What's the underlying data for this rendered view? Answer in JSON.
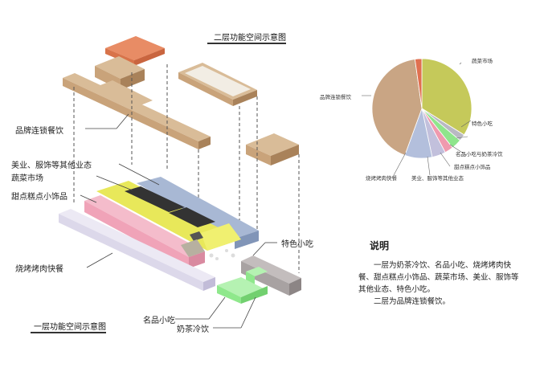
{
  "titles": {
    "floor2": "二层功能空间示意图",
    "floor1": "一层功能空间示意图"
  },
  "labels": {
    "chain": "品牌连锁餐饮",
    "beauty": "美业、服饰等其他业态",
    "veg": "蔬菜市场",
    "dessert": "甜点糕点小饰品",
    "bbq": "烧烤烤肉快餐",
    "special": "特色小吃",
    "famous": "名品小吃",
    "tea": "奶茶冷饮"
  },
  "pie": {
    "labels": {
      "veg": "蔬菜市场",
      "special": "特色小吃",
      "famous_tea": "名品小吃与奶茶冷饮",
      "dessert": "甜点糕点小饰品",
      "beauty": "美业、服饰等其他业态",
      "bbq": "烧烤烤肉快餐",
      "chain": "品牌连锁餐饮"
    },
    "colors": {
      "veg": "#c5c95a",
      "special": "#b9b9c3",
      "famous_tea": "#8fe58c",
      "dessert": "#ef9aae",
      "beauty": "#c2c0dc",
      "bbq": "#b3bfdc",
      "chain": "#c9a584",
      "top": "#e07050"
    }
  },
  "block_colors": {
    "wood": "#c9a37a",
    "top_orange": "#e68860",
    "yellow": "#e8e85a",
    "pink": "#f0a3b8",
    "blue": "#95a8c8",
    "lavender": "#dcd8ea",
    "gray": "#a8a2a2",
    "green": "#8fe88c"
  },
  "description": {
    "title": "说明",
    "line1": "一层为奶茶冷饮、名品小吃、烧烤烤肉快餐、甜点糕点小饰品、蔬菜市场、美业、服饰等其他业态、特色小吃。",
    "line2": "二层为品牌连锁餐饮。"
  }
}
